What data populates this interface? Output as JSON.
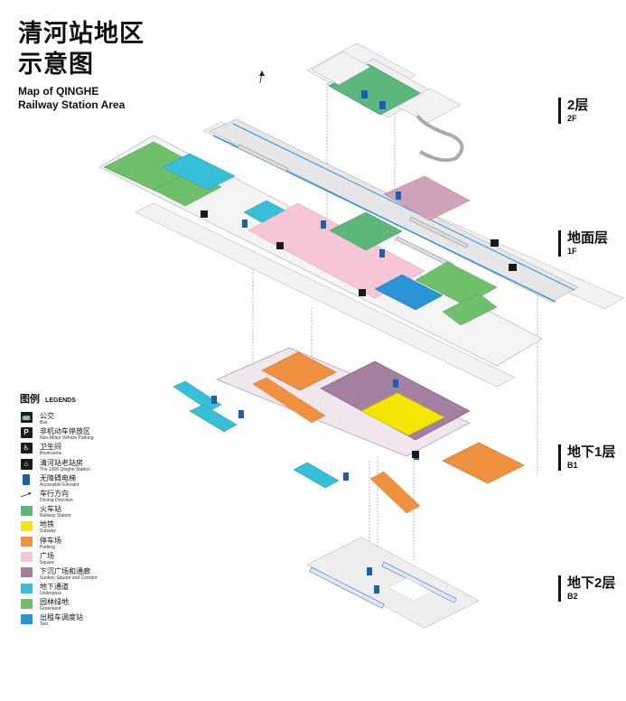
{
  "title": {
    "zh_line1": "清河站地区",
    "zh_line2": "示意图",
    "en_line1": "Map of QINGHE",
    "en_line2": "Railway Station Area"
  },
  "levels": [
    {
      "zh": "2层",
      "en": "2F"
    },
    {
      "zh": "地面层",
      "en": "1F"
    },
    {
      "zh": "地下1层",
      "en": "B1"
    },
    {
      "zh": "地下2层",
      "en": "B2"
    }
  ],
  "legend": {
    "title_zh": "图例",
    "title_en": "LEGENDS",
    "items": [
      {
        "zh": "公交",
        "en": "Bus",
        "icon": "bus-icon",
        "glyph": "🚌"
      },
      {
        "zh": "非机动车停放区",
        "en": "Non-Motor Vehicle Parking",
        "icon": "parking-icon",
        "glyph": "P"
      },
      {
        "zh": "卫生间",
        "en": "Restrooms",
        "icon": "restroom-icon",
        "glyph": "♿"
      },
      {
        "zh": "清河站老站房",
        "en": "The 1906 Qinghe Station",
        "icon": "old-station-icon",
        "glyph": "⌂"
      },
      {
        "zh": "无障碍电梯",
        "en": "Accessible Elevator",
        "icon": "elevator-icon",
        "color": "#1f5fa8"
      },
      {
        "zh": "车行方向",
        "en": "Driving Direction",
        "icon": "arrow-icon"
      },
      {
        "zh": "火车站",
        "en": "Railway Station",
        "color": "#5cb87a"
      },
      {
        "zh": "地铁",
        "en": "Subway",
        "color": "#f5e600"
      },
      {
        "zh": "停车场",
        "en": "Parking",
        "color": "#f0913f"
      },
      {
        "zh": "广场",
        "en": "Square",
        "color": "#f7c6d4"
      },
      {
        "zh": "下沉广场和通廊",
        "en": "Sunken Square and Corridor",
        "color": "#a37fa0"
      },
      {
        "zh": "地下通道",
        "en": "Underpass",
        "color": "#36bfd8"
      },
      {
        "zh": "园林绿地",
        "en": "Greenland",
        "color": "#6fc06a"
      },
      {
        "zh": "出租车调度站",
        "en": "Taxi",
        "color": "#2a94d8"
      }
    ]
  },
  "colors": {
    "railway": "#5cb87a",
    "subway": "#f5e600",
    "parking": "#f0913f",
    "square": "#f7c6d4",
    "sunken": "#a37fa0",
    "underpass": "#36bfd8",
    "green": "#6fc06a",
    "taxi": "#2a94d8",
    "road": "#f2f2f2",
    "road_edge": "#9a9a9a"
  }
}
